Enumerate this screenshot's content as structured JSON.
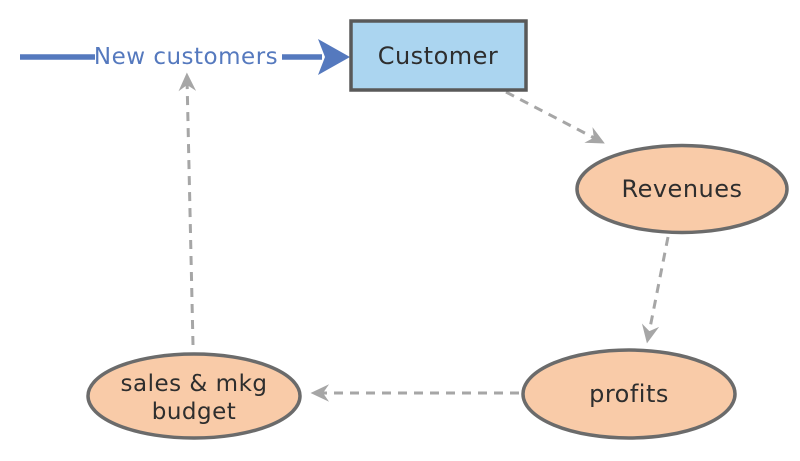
{
  "diagram": {
    "type": "causal-loop-diagram",
    "background": "#FFFFFF",
    "colors": {
      "background": "#FFFFFF",
      "node_box_fill": "#ABD5F0",
      "node_box_border": "#595959",
      "ellipse_fill": "#F9CBA8",
      "ellipse_border": "#6B6B6B",
      "dashed_line": "#A6A6A6",
      "blue_accent": "#5579BE",
      "label_text": "#2E2E2E"
    },
    "nodes": {
      "new_customers": {
        "label": "New customers",
        "shape": "text"
      },
      "customer": {
        "label": "Customer",
        "shape": "rectangle"
      },
      "revenues": {
        "label": "Revenues",
        "shape": "ellipse"
      },
      "profits": {
        "label": "profits",
        "shape": "ellipse"
      },
      "budget": {
        "label_line1": "sales & mkg",
        "label_line2": "budget",
        "shape": "ellipse"
      }
    },
    "edges": [
      {
        "from": "inflow",
        "to": "new_customers",
        "style": "solid-blue"
      },
      {
        "from": "new_customers",
        "to": "customer",
        "style": "solid-blue-arrow"
      },
      {
        "from": "customer",
        "to": "revenues",
        "style": "dashed-gray-arrow"
      },
      {
        "from": "revenues",
        "to": "profits",
        "style": "dashed-gray-arrow"
      },
      {
        "from": "profits",
        "to": "budget",
        "style": "dashed-gray-arrow"
      },
      {
        "from": "budget",
        "to": "new_customers",
        "style": "dashed-gray-arrow"
      }
    ]
  }
}
